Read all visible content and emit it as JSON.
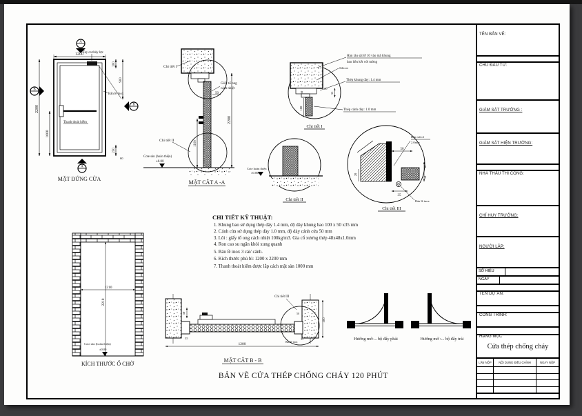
{
  "title": "BẢN VẼ CỬA THÉP CHỐNG CHÁY 120 PHÚT",
  "elevation": {
    "caption": "MẶT ĐỨNG CỬA",
    "label_closer": "Tay co thủy lực",
    "label_hinge": "Bản lề inox",
    "label_panic": "Thanh thoát hiểm",
    "dim_width": "1200",
    "dim_height": "2200",
    "dim_panic": "1000",
    "dim_top": "200",
    "dim_closer": "900",
    "dim_bottom": "250",
    "dim_gap": "60",
    "marker_a": "A",
    "marker_b": "B"
  },
  "section_aa": {
    "caption": "MẶT CẮT A -A",
    "label_detail1": "Chi tiết I",
    "label_detail2": "Chi tiết II",
    "label_insulation_1": "Giấy tổ ong",
    "label_insulation_2": "cách nhiệt",
    "label_floor": "Cote sàn (hoàn thiện)",
    "label_level": "±0.00",
    "dim_height": "2200",
    "dim_50": "50",
    "dim_1100": "1100"
  },
  "detail1": {
    "caption": "Chi tiết I",
    "label_weld_1": "Hàn râu sắt Ø 10 vào mã khung",
    "label_weld_2": "bao liên kết với tường",
    "label_silicon": "Silicon",
    "label_frame": "Thép khung dày: 1.4 mm",
    "label_leaf": "Thép cánh dày: 1.0 mm",
    "dim_50": "50",
    "dim_20": "20",
    "dim_35": "35",
    "dim_100": "100"
  },
  "detail2": {
    "caption": "Chi tiết II",
    "label_floor": "Cote hoàn thiện",
    "label_level": "±0.000"
  },
  "detail3": {
    "caption": "Chi tiết III",
    "label_plate_1": "Bản mã cố",
    "label_plate_2": "2.0mm",
    "label_hinge": "Bản lề inox",
    "dim_50": "50",
    "dim_20": "20",
    "dim_35": "35",
    "dim_30": "30",
    "dim_50b": "50"
  },
  "specs": {
    "heading": "CHI TIẾT KỸ THUẬT:",
    "items": [
      "1. Khung bao sử dụng thép dày 1.4 mm, độ dày khung bao 100 x 50 x35 mm",
      "2. Cánh cửa sử dụng thép dày 1.0 mm, độ dày cánh cửa 50 mm",
      "3. Lõi : giấy tổ ong cách nhiệt 100kg/m3. Gia cố xương thép 48x48x1.0mm",
      "4. Ron cao su ngăn khói xung quanh",
      "5. Bản lề inox 3 cái/ cánh.",
      "6. Kích thước phủ bì: 1200 x 2200 mm",
      "7. Thanh thoát hiểm được lắp cách mặt sàn 1000 mm"
    ]
  },
  "opening": {
    "caption": "KÍCH THƯỚC Ổ CHỜ",
    "dim_width": "1210",
    "dim_height": "2210",
    "label_floor": "Cote sàn (hoàn thiện)",
    "label_level": "±0.00"
  },
  "section_bb": {
    "caption": "MẶT CẮT B - B",
    "label_detail3": "Chi tiết III",
    "label_hinge": "Bản lề inox",
    "dim_width": "1200",
    "dim_50": "50",
    "dim_35": "35",
    "dim_100": "100",
    "dim_50b": "50",
    "dim_35b": "35"
  },
  "swings": {
    "right": "Hướng mở:... bộ đẩy phải",
    "left": "Hướng mở :... bộ đẩy trái"
  },
  "titleblock": {
    "ten_ban_ve": "TÊN BẢN VẼ:",
    "chu_dau_tu": "CHỦ ĐẦU TƯ:",
    "giam_sat_truong": "GIÁM SÁT TRƯỞNG :",
    "giam_sat_hien_truong": "GIÁM SÁT HIỆN TRƯỜNG:",
    "nha_thau_thi_cong": "NHÀ THẦU THI CÔNG:",
    "chi_huy_truong": "CHỈ HUY TRƯỞNG:",
    "nguoi_lap": "NGƯỜI LẬP:",
    "so_hieu": "SỐ HIỆU",
    "ngay": "NGÀY",
    "ten_du_an": "TÊN DỰ ÁN:",
    "cong_trinh": "CÔNG TRÌNH:",
    "hang_muc": "HẠNG MỤC",
    "item_name": "Cửa thép chống cháy",
    "rev_headers": [
      "LẦN NỘP",
      "NỘI DUNG ĐIỀU CHỈNH",
      "NGÀY NỘP"
    ]
  }
}
